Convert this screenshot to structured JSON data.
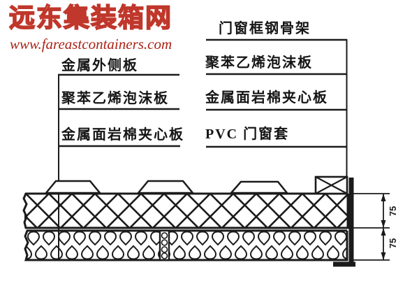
{
  "site": {
    "logo_text": "远东集装箱网",
    "url": "www.fareastcontainers.com"
  },
  "labels": {
    "left": [
      "金属外侧板",
      "聚苯乙烯泡沫板",
      "金属面岩棉夹心板"
    ],
    "right": [
      "门窗框钢骨架",
      "聚苯乙烯泡沫板",
      "金属面岩棉夹心板",
      "PVC 门窗套"
    ]
  },
  "dimensions": {
    "upper": "75",
    "lower": "75"
  },
  "colors": {
    "ink": "#1b1b1b",
    "logo_red": "#c0372b",
    "url_red": "#aa2417",
    "background": "#ffffff"
  }
}
